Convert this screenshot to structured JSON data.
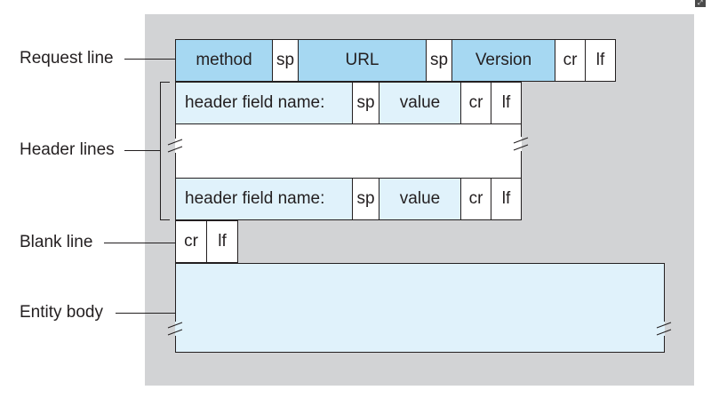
{
  "labels": {
    "request_line": "Request line",
    "header_lines": "Header lines",
    "blank_line": "Blank line",
    "entity_body": "Entity body"
  },
  "request_line": {
    "method": "method",
    "sp1": "sp",
    "url": "URL",
    "sp2": "sp",
    "version": "Version",
    "cr": "cr",
    "lf": "lf"
  },
  "header_line": {
    "field_name": "header field name:",
    "sp": "sp",
    "value": "value",
    "cr": "cr",
    "lf": "lf"
  },
  "blank_line": {
    "cr": "cr",
    "lf": "lf"
  },
  "colors": {
    "panel": "#d2d3d5",
    "request_fill": "#a6d8f2",
    "header_fill": "#e0f2fb",
    "body_fill": "#e0f2fb"
  }
}
